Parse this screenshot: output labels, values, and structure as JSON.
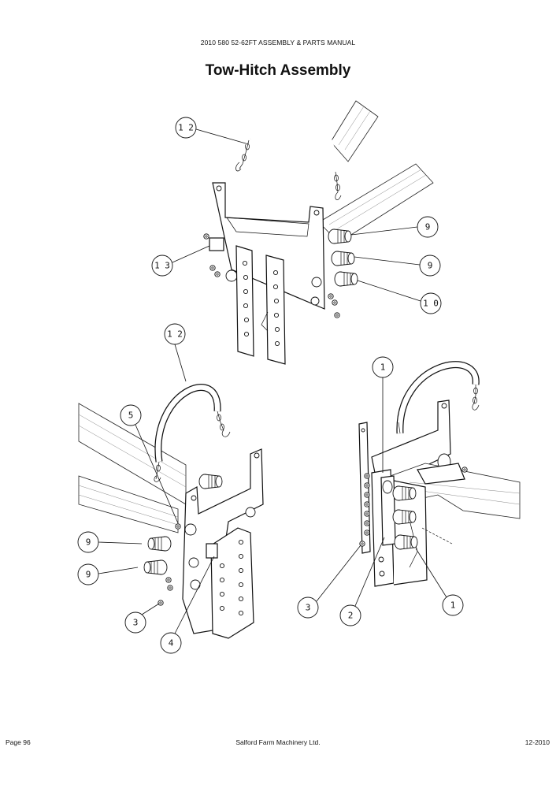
{
  "header": {
    "manual_title": "2010 580 52-62FT ASSEMBLY & PARTS MANUAL"
  },
  "page_title": "Tow-Hitch Assembly",
  "callouts": {
    "top_12": "1 2",
    "top_13": "1 3",
    "top_9a": "9",
    "top_9b": "9",
    "top_10": "1 0",
    "left_12": "1 2",
    "left_5": "5",
    "left_9a": "9",
    "left_9b": "9",
    "left_3": "3",
    "left_4": "4",
    "right_1a": "1",
    "right_3": "3",
    "right_2": "2",
    "right_1b": "1"
  },
  "footer": {
    "page": "Page 96",
    "company": "Salford Farm Machinery Ltd.",
    "date": "12-2010"
  }
}
